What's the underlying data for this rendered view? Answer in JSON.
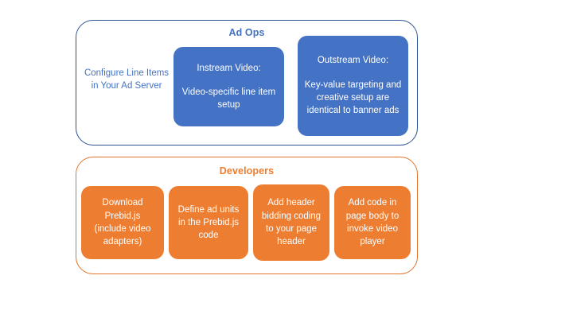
{
  "diagram": {
    "groups": [
      {
        "id": "ad-ops",
        "title": "Ad Ops",
        "accent": "#4472C4",
        "border": "#2E5395",
        "nodes": [
          {
            "id": "configure-line-items",
            "style": "plain",
            "text": "Configure Line Items in Your Ad Server"
          },
          {
            "id": "instream-video",
            "style": "filled-blue",
            "heading": "Instream Video:",
            "body": "Video-specific line item setup"
          },
          {
            "id": "outstream-video",
            "style": "filled-blue",
            "heading": "Outstream Video:",
            "body": "Key-value targeting and creative setup are identical to banner ads"
          }
        ]
      },
      {
        "id": "developers",
        "title": "Developers",
        "accent": "#ED7D31",
        "border": "#E1742B",
        "nodes": [
          {
            "id": "download-prebid",
            "style": "filled-orange",
            "body": "Download Prebid.js (include video adapters)"
          },
          {
            "id": "define-ad-units",
            "style": "filled-orange",
            "body": "Define ad units in the Prebid.js code"
          },
          {
            "id": "add-header-bidding",
            "style": "filled-orange",
            "body": "Add header bidding coding to your page header"
          },
          {
            "id": "add-page-body-code",
            "style": "filled-orange",
            "body": "Add code in page body to invoke video player"
          }
        ]
      }
    ]
  }
}
